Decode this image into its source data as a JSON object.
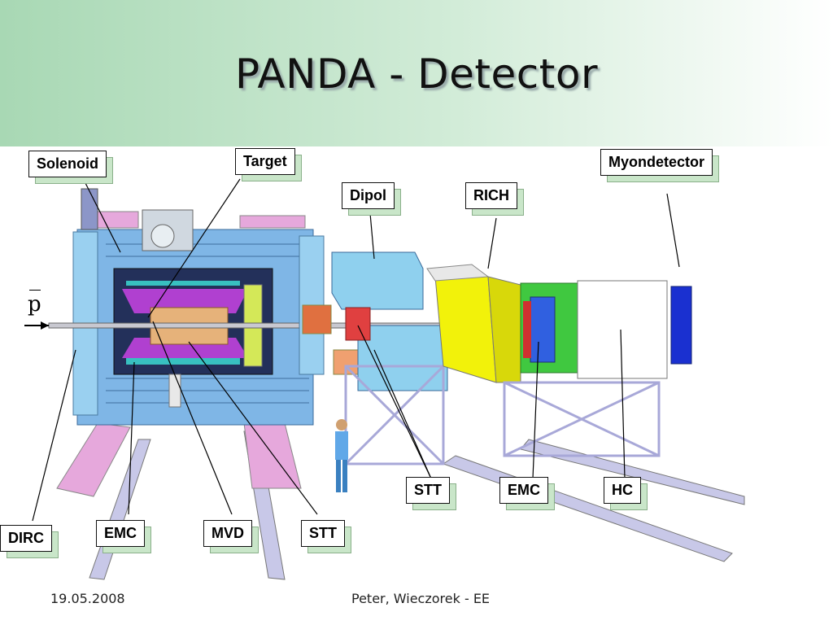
{
  "slide": {
    "title": "PANDA - Detector",
    "footer": {
      "date": "19.05.2008",
      "author": "Peter, Wieczorek - EE"
    }
  },
  "beam": {
    "label": "p"
  },
  "labels": {
    "solenoid": "Solenoid",
    "target": "Target",
    "dipol": "Dipol",
    "rich": "RICH",
    "myondetector": "Myondetector",
    "stt_right": "STT",
    "emc_right": "EMC",
    "hc": "HC",
    "dirc": "DIRC",
    "emc_left": "EMC",
    "mvd": "MVD",
    "stt_left": "STT"
  }
}
